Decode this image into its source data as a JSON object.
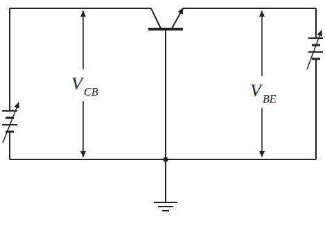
{
  "diagram": {
    "labels": [
      "V",
      "CB",
      "V",
      "BE"
    ]
  }
}
